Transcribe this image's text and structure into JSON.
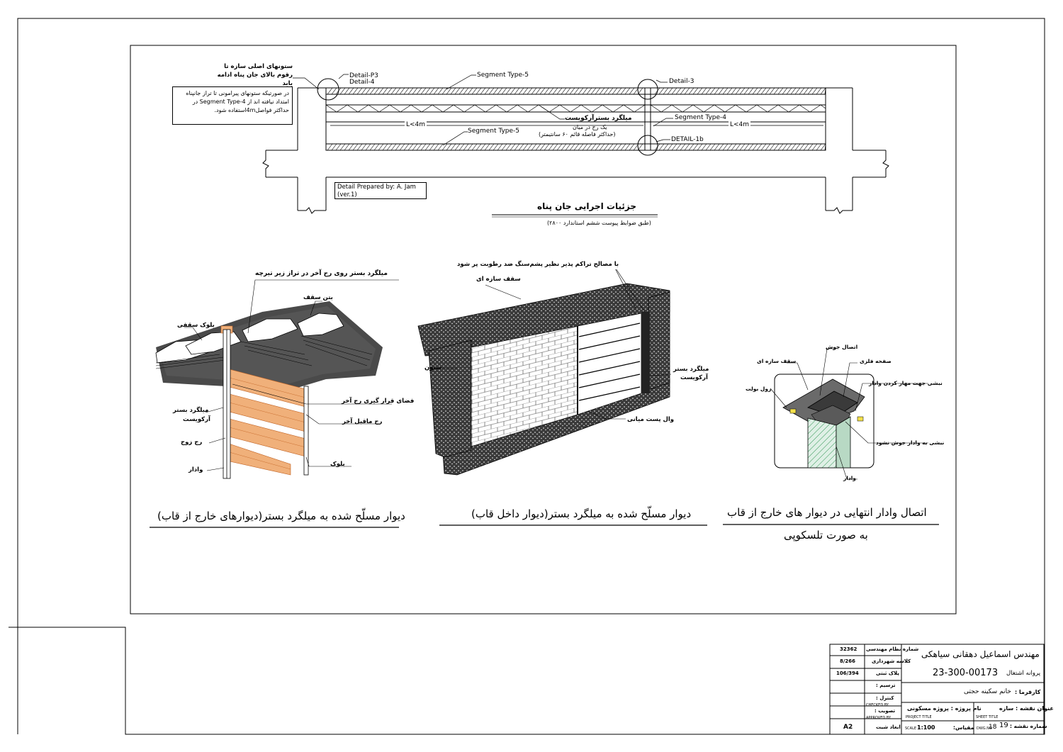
{
  "top_section": {
    "note_columns": "ستونهای اصلی سازه تا رقوم بالای جان پناه ادامه یابد",
    "note_box": "در صورتیکه ستونهای پیرامونی تا تراز جانپناه امتداد نیافته اند از Segment Type-4 در حداکثر فواصل4mاستفاده شود.",
    "detail_p3": "Detail-P3",
    "detail_4": "Detail-4",
    "segment_type_5_top": "Segment Type-5",
    "detail_3": "Detail-3",
    "segment_type_4": "Segment Type-4",
    "l_lt_4m_left": "L<4m",
    "l_lt_4m_right": "L<4m",
    "segment_type_5_bottom": "Segment Type-5",
    "detail_1b": "DETAIL-1b",
    "rebar_label": "میلگرد بسترآرکویست",
    "rebar_sub1": "یک رج در میان",
    "rebar_sub2": "(حداکثر فاصله قائم ۶۰ سانتیمتر)",
    "prepared_line1": "Detail Prepared by: A. Jam",
    "prepared_line2": "(ver.1)",
    "title": "جزئیات اجرایی جان پناه",
    "subtitle": "(طبق ضوابط پیوست ششم استاندارد ۲۸۰۰)"
  },
  "figure_left": {
    "label_rebar_top": "میلگرد بستر روی رج آخر در تراز زیر تیرچه",
    "label_concrete": "بتن سقف",
    "label_block": "بلوک سقفی",
    "label_gap": "فضای قرار گیری رج آخر",
    "label_rebar": "میلگرد بستر",
    "label_arcovist": "آرکویست",
    "label_last_row": "رج ماقبل آخر",
    "label_even_row": "رج زوج",
    "label_block2": "بلوک",
    "label_post": "وادار",
    "caption": "دیوار مسلّح شده به میلگرد بستر(دیوارهای خارج از قاب)"
  },
  "figure_middle": {
    "label_fill": "با مصالح تراکم پذیر نظیر پشم‌سنگ ضد رطوبت پر شود",
    "label_slab": "سقف سازه ای",
    "label_column": "ستون",
    "label_rebar": "میلگرد بستر",
    "label_arcovist": "آرکویست",
    "label_wallpost": "وال پست میانی",
    "caption": "دیوار مسلّح شده به میلگرد بستر(دیوار داخل قاب)"
  },
  "figure_right": {
    "label_weld": "اتصال جوش",
    "label_slab": "سقف سازه ای",
    "label_plate": "صفحه فلزی",
    "label_bolt": "رول بولت",
    "label_brace": "نبشی جهت مهار کردن وادار",
    "label_angle_noweld": "نبشی به وادار جوش نشود",
    "label_post": "وادار",
    "caption_line1": "اتصال وادار انتهایی در دیوار های خارج از قاب",
    "caption_line2": "به صورت تلسکوپی"
  },
  "title_block": {
    "engineer_name": "مهندس اسماعیل دهقانی سیاهکی",
    "license_label": "پروانه اشتغال",
    "license_no": "23-300-00173",
    "reg_label": "شماره نظام مهندسی",
    "reg_value": "32362",
    "file_label": "کلاسه شهرداری",
    "file_value": "8/266",
    "plaque_label": "پلاک ثبتی",
    "plaque_value": "106/394",
    "drawn_label": "ترسیم :",
    "control_label": "کنترل :",
    "checked_by": "CHECKED BY",
    "approved_label": "تصویب :",
    "approved_by": "APPROVED BY",
    "stamp_label": "ابعاد شیت",
    "sheet_size": "A2",
    "employer_label": "کارفرما :",
    "employer_name": "خانم سکینه حجتی",
    "project_label": "نام پروژه : پروژه مسکونی",
    "project_title_en": "PROJECT TITLE",
    "sheet_label": "عنوان نقشه : سازه",
    "sheet_title_en": "SHEET TITLE",
    "scale_label": "مقیاس:",
    "scale_en": "SCALE",
    "scale_value": "1:100",
    "dwg_label": "شماره نقشه :",
    "dwg_en": "DWG.NO",
    "dwg_no": "19",
    "dwg_of": "18"
  }
}
